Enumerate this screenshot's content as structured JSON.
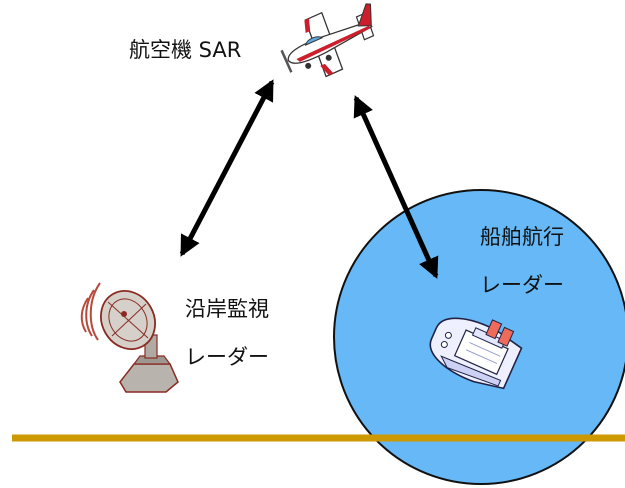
{
  "labels": {
    "aircraft_sar": "航空機 SAR",
    "ship_radar_line1": "船舶航行",
    "ship_radar_line2": "レーダー",
    "coastal_radar_line1": "沿岸監視",
    "coastal_radar_line2": "レーダー"
  },
  "icons": {
    "aircraft": "airplane-icon",
    "coastal_radar": "radar-dish-icon",
    "ship": "ship-icon"
  },
  "colors": {
    "coverage_circle_fill": "#66b8f6",
    "coverage_circle_stroke": "#111111",
    "coastline": "#cc9900",
    "arrows": "#000000",
    "aircraft_body": "#ffffff",
    "aircraft_stripe": "#cc1f2b",
    "radar_dish": "#c9c3bd",
    "radar_outline": "#8a2b22",
    "ship_hull": "#eef0ff",
    "ship_funnel": "#ee6b5b"
  }
}
